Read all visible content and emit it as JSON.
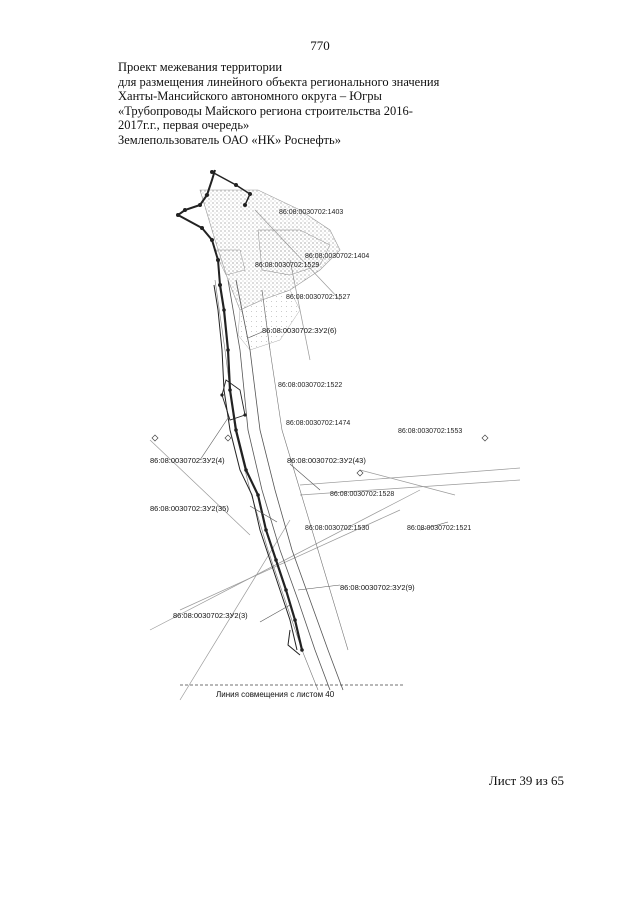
{
  "page": {
    "number": "770",
    "footer": "Лист 39 из 65"
  },
  "header": {
    "lines": [
      "Проект межевания территории",
      "для размещения линейного объекта регионального значения",
      "Ханты-Мансийского автономного округа – Югры",
      "«Трубопроводы Майского региона строительства 2016-",
      "2017г.г., первая очередь»",
      "Землепользователь ОАО «НК» Роснефть»"
    ]
  },
  "map": {
    "parcels": [
      "86:08:0030702:1403",
      "86:08:0030702:1404",
      "86:08:0030702:1529",
      "86:08:0030702:1527",
      "86:08:0030702:1522",
      "86:08:0030702:1474",
      "86:08:0030702:1553",
      "86:08:0030702:1528",
      "86:08:0030702:1530",
      "86:08:0030702:1521"
    ],
    "zones": [
      "86:08:0030702:ЗУ2(6)",
      "86:08:0030702:ЗУ2(4)",
      "86:08:0030702:ЗУ2(43)",
      "86:08:0030702:ЗУ2(35)",
      "86:08:0030702:ЗУ2(9)",
      "86:08:0030702:ЗУ2(3)"
    ],
    "caption": "Линия совмещения с листом 40"
  }
}
